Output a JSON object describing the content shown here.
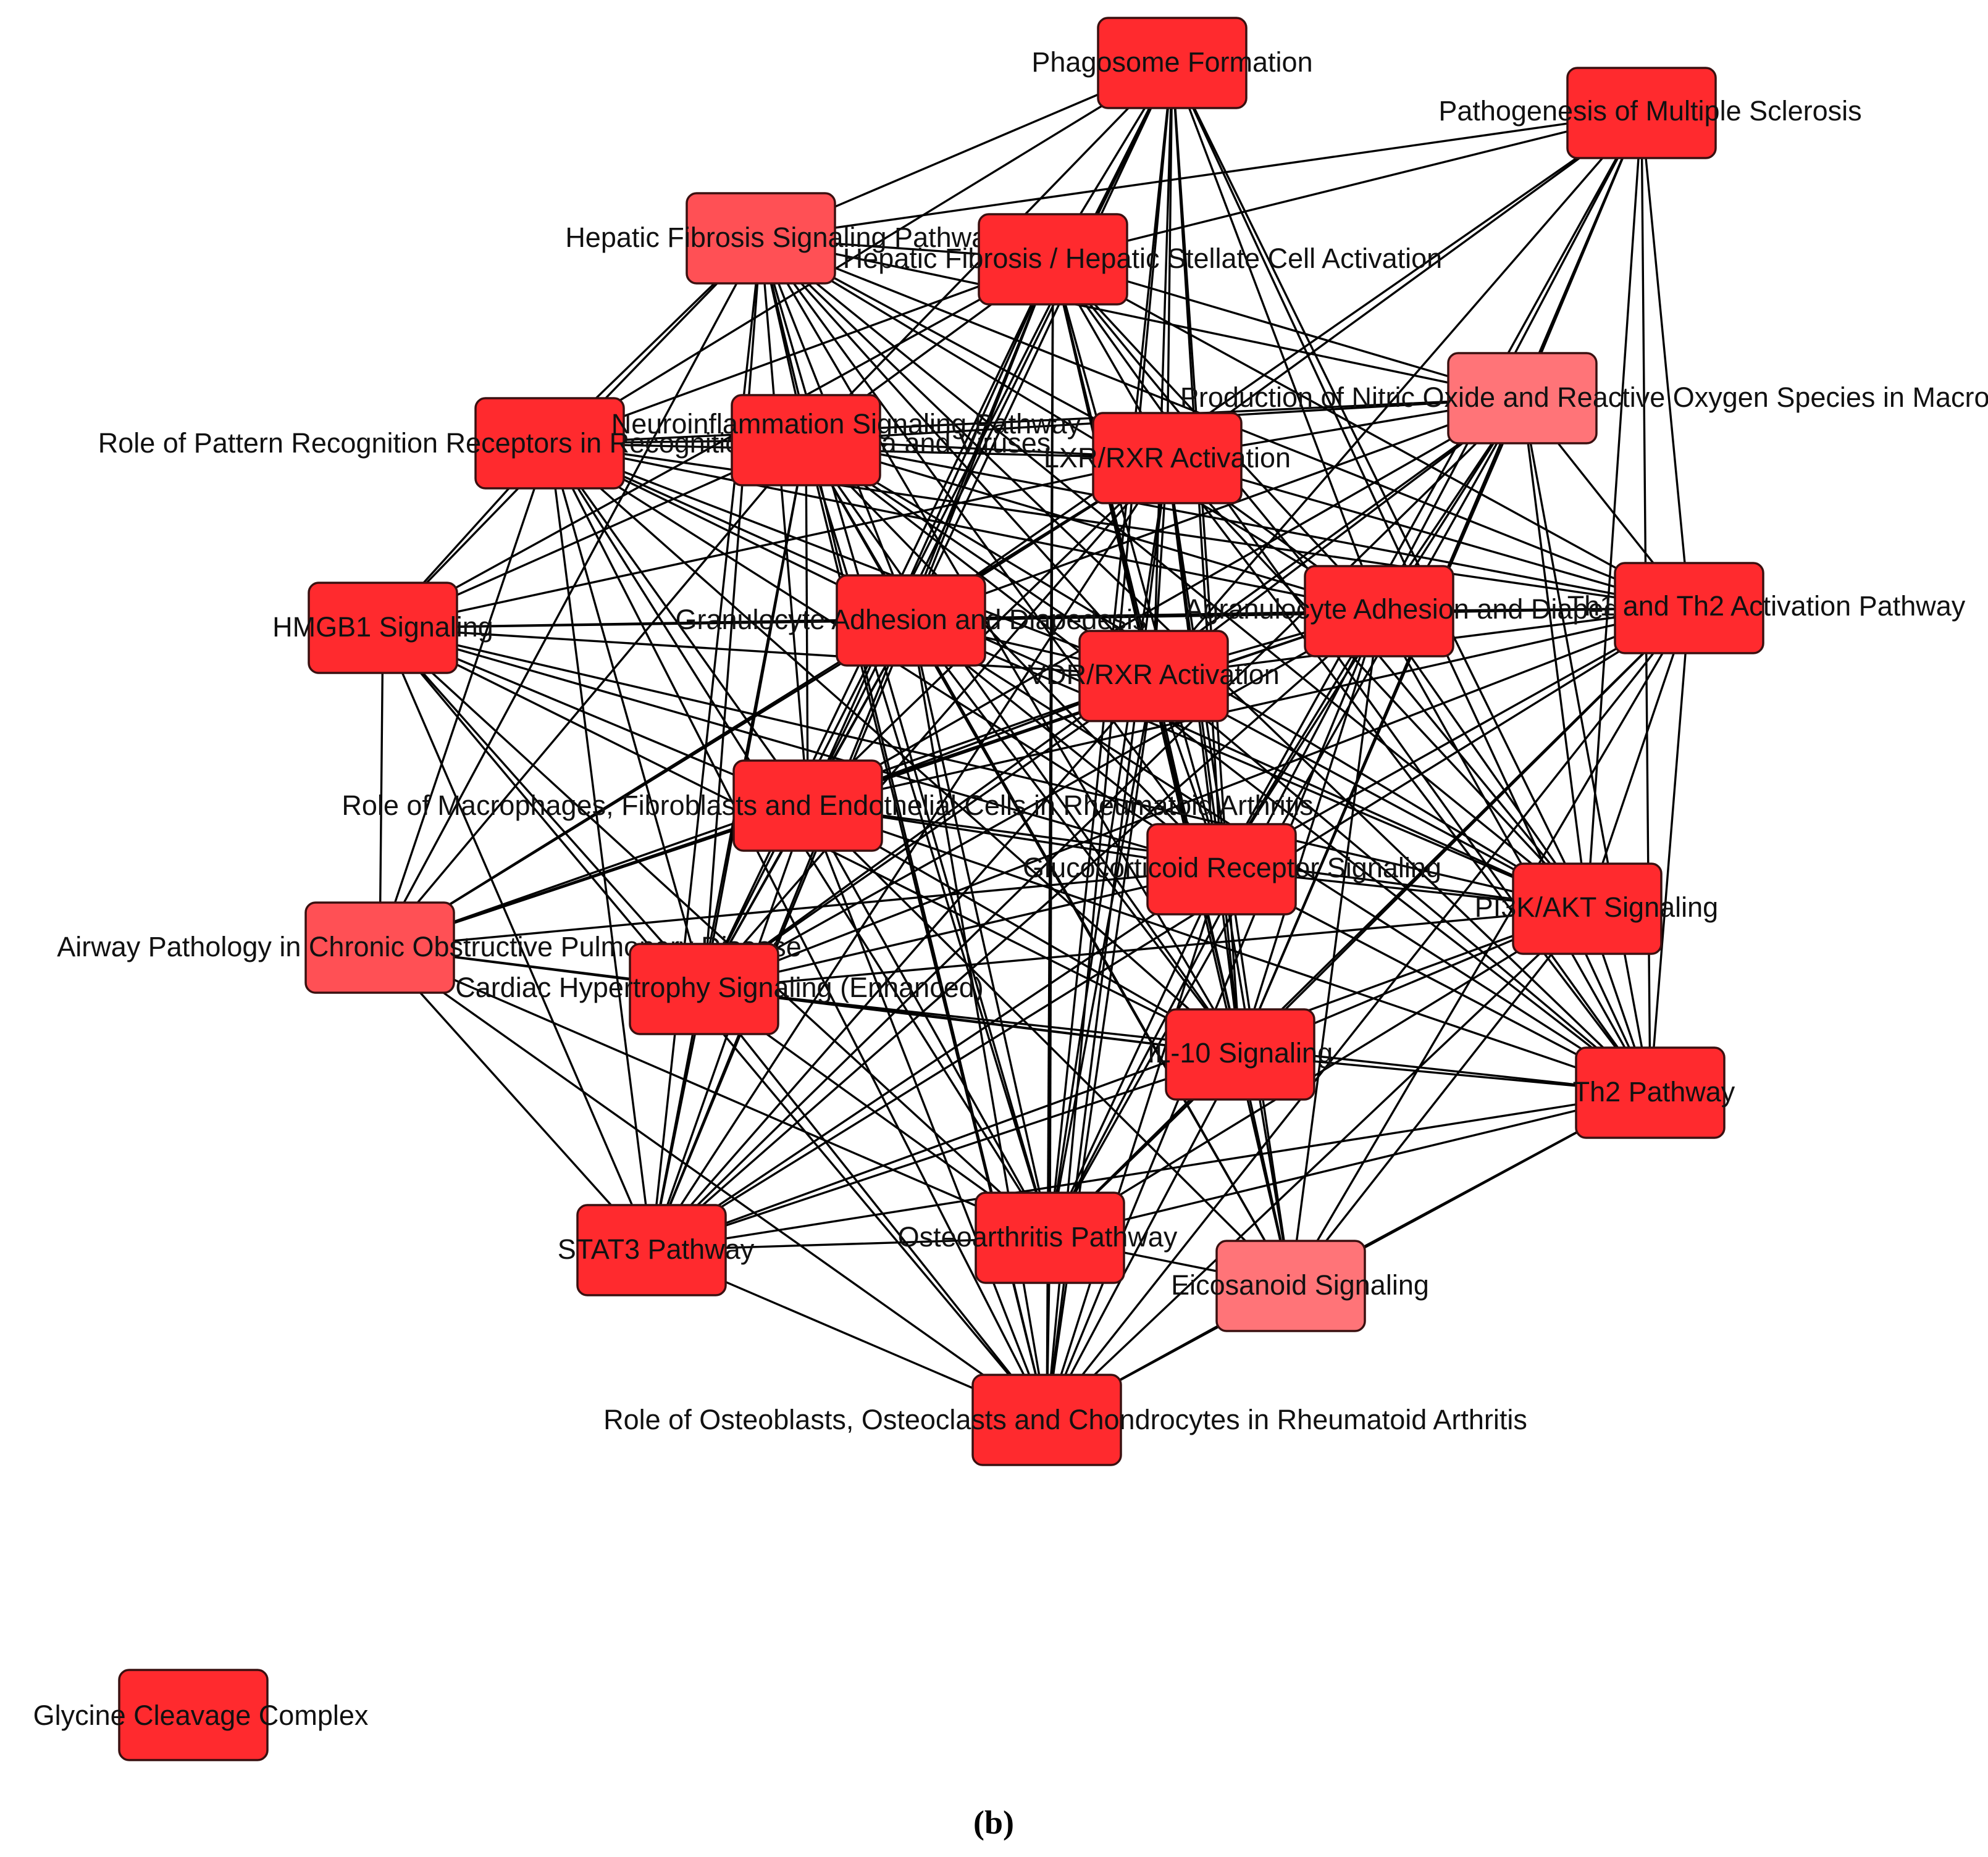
{
  "diagram": {
    "caption": "(b)",
    "node_colors": {
      "strong": "#ff2a2e",
      "medium": "#ff5055",
      "light": "#ff7478"
    },
    "edge_color": "#000000",
    "nodes": [
      {
        "id": "phagosome",
        "label": "Phagosome Formation",
        "color": "strong"
      },
      {
        "id": "ms",
        "label": "Pathogenesis of Multiple Sclerosis",
        "color": "strong"
      },
      {
        "id": "hepfib",
        "label": "Hepatic Fibrosis Signaling Pathway",
        "color": "medium"
      },
      {
        "id": "stellate",
        "label": "Hepatic Fibrosis / Hepatic Stellate Cell Activation",
        "color": "strong"
      },
      {
        "id": "ros",
        "label": "Production of Nitric Oxide and Reactive Oxygen Species in Macrophages",
        "color": "light"
      },
      {
        "id": "prr",
        "label": "Role of Pattern Recognition Receptors in Recognition of Bacteria and Viruses",
        "color": "strong"
      },
      {
        "id": "neuro",
        "label": "Neuroinflammation Signaling Pathway",
        "color": "strong"
      },
      {
        "id": "lxr",
        "label": "LXR/RXR Activation",
        "color": "strong"
      },
      {
        "id": "hmgb1",
        "label": "HMGB1 Signaling",
        "color": "strong"
      },
      {
        "id": "gran",
        "label": "Granulocyte Adhesion and Diapedesis",
        "color": "strong"
      },
      {
        "id": "agran",
        "label": "Agranulocyte Adhesion and Diapedesis",
        "color": "strong"
      },
      {
        "id": "th1th2",
        "label": "Th1 and Th2 Activation Pathway",
        "color": "strong"
      },
      {
        "id": "vdr",
        "label": "VDR/RXR Activation",
        "color": "strong"
      },
      {
        "id": "macro",
        "label": "Role of Macrophages, Fibroblasts and Endothelial Cells in Rheumatoid Arthritis",
        "color": "strong"
      },
      {
        "id": "gluco",
        "label": "Glucocorticoid Receptor Signaling",
        "color": "strong"
      },
      {
        "id": "pi3k",
        "label": "PI3K/AKT Signaling",
        "color": "strong"
      },
      {
        "id": "copd",
        "label": "Airway Pathology in Chronic Obstructive Pulmonary Disease",
        "color": "medium"
      },
      {
        "id": "cardiac",
        "label": "Cardiac Hypertrophy Signaling (Enhanced)",
        "color": "strong"
      },
      {
        "id": "il10",
        "label": "IL-10 Signaling",
        "color": "strong"
      },
      {
        "id": "th2",
        "label": "Th2 Pathway",
        "color": "strong"
      },
      {
        "id": "stat3",
        "label": "STAT3 Pathway",
        "color": "strong"
      },
      {
        "id": "osteo",
        "label": "Osteoarthritis Pathway",
        "color": "strong"
      },
      {
        "id": "eico",
        "label": "Eicosanoid Signaling",
        "color": "light"
      },
      {
        "id": "osteoblast",
        "label": "Role of Osteoblasts, Osteoclasts and Chondrocytes in Rheumatoid Arthritis",
        "color": "strong"
      },
      {
        "id": "glycine",
        "label": "Glycine Cleavage Complex",
        "color": "strong"
      }
    ],
    "edges": [
      [
        "phagosome",
        "hepfib"
      ],
      [
        "phagosome",
        "stellate"
      ],
      [
        "phagosome",
        "prr"
      ],
      [
        "phagosome",
        "neuro"
      ],
      [
        "phagosome",
        "lxr"
      ],
      [
        "phagosome",
        "gran"
      ],
      [
        "phagosome",
        "agran"
      ],
      [
        "phagosome",
        "vdr"
      ],
      [
        "phagosome",
        "macro"
      ],
      [
        "phagosome",
        "gluco"
      ],
      [
        "phagosome",
        "pi3k"
      ],
      [
        "phagosome",
        "il10"
      ],
      [
        "phagosome",
        "th2"
      ],
      [
        "phagosome",
        "osteo"
      ],
      [
        "phagosome",
        "osteoblast"
      ],
      [
        "phagosome",
        "cardiac"
      ],
      [
        "ms",
        "hepfib"
      ],
      [
        "ms",
        "stellate"
      ],
      [
        "ms",
        "ros"
      ],
      [
        "ms",
        "lxr"
      ],
      [
        "ms",
        "agran"
      ],
      [
        "ms",
        "th1th2"
      ],
      [
        "ms",
        "pi3k"
      ],
      [
        "ms",
        "th2"
      ],
      [
        "ms",
        "gran"
      ],
      [
        "ms",
        "vdr"
      ],
      [
        "ms",
        "gluco"
      ],
      [
        "ms",
        "il10"
      ],
      [
        "hepfib",
        "stellate"
      ],
      [
        "hepfib",
        "ros"
      ],
      [
        "hepfib",
        "prr"
      ],
      [
        "hepfib",
        "neuro"
      ],
      [
        "hepfib",
        "lxr"
      ],
      [
        "hepfib",
        "hmgb1"
      ],
      [
        "hepfib",
        "gran"
      ],
      [
        "hepfib",
        "agran"
      ],
      [
        "hepfib",
        "vdr"
      ],
      [
        "hepfib",
        "macro"
      ],
      [
        "hepfib",
        "gluco"
      ],
      [
        "hepfib",
        "pi3k"
      ],
      [
        "hepfib",
        "cardiac"
      ],
      [
        "hepfib",
        "il10"
      ],
      [
        "hepfib",
        "stat3"
      ],
      [
        "hepfib",
        "osteo"
      ],
      [
        "hepfib",
        "osteoblast"
      ],
      [
        "hepfib",
        "th1th2"
      ],
      [
        "hepfib",
        "th2"
      ],
      [
        "hepfib",
        "copd"
      ],
      [
        "stellate",
        "ros"
      ],
      [
        "stellate",
        "prr"
      ],
      [
        "stellate",
        "neuro"
      ],
      [
        "stellate",
        "lxr"
      ],
      [
        "stellate",
        "hmgb1"
      ],
      [
        "stellate",
        "gran"
      ],
      [
        "stellate",
        "agran"
      ],
      [
        "stellate",
        "vdr"
      ],
      [
        "stellate",
        "macro"
      ],
      [
        "stellate",
        "gluco"
      ],
      [
        "stellate",
        "pi3k"
      ],
      [
        "stellate",
        "cardiac"
      ],
      [
        "stellate",
        "il10"
      ],
      [
        "stellate",
        "stat3"
      ],
      [
        "stellate",
        "osteo"
      ],
      [
        "stellate",
        "osteoblast"
      ],
      [
        "stellate",
        "th1th2"
      ],
      [
        "stellate",
        "th2"
      ],
      [
        "stellate",
        "eico"
      ],
      [
        "ros",
        "prr"
      ],
      [
        "ros",
        "neuro"
      ],
      [
        "ros",
        "lxr"
      ],
      [
        "ros",
        "gran"
      ],
      [
        "ros",
        "agran"
      ],
      [
        "ros",
        "vdr"
      ],
      [
        "ros",
        "gluco"
      ],
      [
        "ros",
        "pi3k"
      ],
      [
        "ros",
        "il10"
      ],
      [
        "ros",
        "th2"
      ],
      [
        "ros",
        "cardiac"
      ],
      [
        "ros",
        "osteo"
      ],
      [
        "ros",
        "macro"
      ],
      [
        "ros",
        "stat3"
      ],
      [
        "ros",
        "th1th2"
      ],
      [
        "prr",
        "neuro"
      ],
      [
        "prr",
        "lxr"
      ],
      [
        "prr",
        "hmgb1"
      ],
      [
        "prr",
        "gran"
      ],
      [
        "prr",
        "agran"
      ],
      [
        "prr",
        "vdr"
      ],
      [
        "prr",
        "macro"
      ],
      [
        "prr",
        "gluco"
      ],
      [
        "prr",
        "copd"
      ],
      [
        "prr",
        "cardiac"
      ],
      [
        "prr",
        "il10"
      ],
      [
        "prr",
        "stat3"
      ],
      [
        "prr",
        "osteo"
      ],
      [
        "prr",
        "osteoblast"
      ],
      [
        "prr",
        "pi3k"
      ],
      [
        "prr",
        "th1th2"
      ],
      [
        "neuro",
        "lxr"
      ],
      [
        "neuro",
        "hmgb1"
      ],
      [
        "neuro",
        "gran"
      ],
      [
        "neuro",
        "agran"
      ],
      [
        "neuro",
        "vdr"
      ],
      [
        "neuro",
        "macro"
      ],
      [
        "neuro",
        "gluco"
      ],
      [
        "neuro",
        "pi3k"
      ],
      [
        "neuro",
        "copd"
      ],
      [
        "neuro",
        "cardiac"
      ],
      [
        "neuro",
        "il10"
      ],
      [
        "neuro",
        "th2"
      ],
      [
        "neuro",
        "stat3"
      ],
      [
        "neuro",
        "osteo"
      ],
      [
        "neuro",
        "osteoblast"
      ],
      [
        "neuro",
        "th1th2"
      ],
      [
        "neuro",
        "eico"
      ],
      [
        "lxr",
        "hmgb1"
      ],
      [
        "lxr",
        "gran"
      ],
      [
        "lxr",
        "agran"
      ],
      [
        "lxr",
        "th1th2"
      ],
      [
        "lxr",
        "vdr"
      ],
      [
        "lxr",
        "macro"
      ],
      [
        "lxr",
        "gluco"
      ],
      [
        "lxr",
        "pi3k"
      ],
      [
        "lxr",
        "cardiac"
      ],
      [
        "lxr",
        "il10"
      ],
      [
        "lxr",
        "th2"
      ],
      [
        "lxr",
        "stat3"
      ],
      [
        "lxr",
        "osteo"
      ],
      [
        "lxr",
        "eico"
      ],
      [
        "lxr",
        "osteoblast"
      ],
      [
        "lxr",
        "copd"
      ],
      [
        "hmgb1",
        "gran"
      ],
      [
        "hmgb1",
        "agran"
      ],
      [
        "hmgb1",
        "vdr"
      ],
      [
        "hmgb1",
        "macro"
      ],
      [
        "hmgb1",
        "gluco"
      ],
      [
        "hmgb1",
        "copd"
      ],
      [
        "hmgb1",
        "cardiac"
      ],
      [
        "hmgb1",
        "il10"
      ],
      [
        "hmgb1",
        "stat3"
      ],
      [
        "hmgb1",
        "osteo"
      ],
      [
        "hmgb1",
        "osteoblast"
      ],
      [
        "hmgb1",
        "pi3k"
      ],
      [
        "gran",
        "agran"
      ],
      [
        "gran",
        "th1th2"
      ],
      [
        "gran",
        "vdr"
      ],
      [
        "gran",
        "macro"
      ],
      [
        "gran",
        "gluco"
      ],
      [
        "gran",
        "pi3k"
      ],
      [
        "gran",
        "copd"
      ],
      [
        "gran",
        "cardiac"
      ],
      [
        "gran",
        "il10"
      ],
      [
        "gran",
        "th2"
      ],
      [
        "gran",
        "stat3"
      ],
      [
        "gran",
        "osteo"
      ],
      [
        "gran",
        "eico"
      ],
      [
        "gran",
        "osteoblast"
      ],
      [
        "agran",
        "th1th2"
      ],
      [
        "agran",
        "vdr"
      ],
      [
        "agran",
        "macro"
      ],
      [
        "agran",
        "gluco"
      ],
      [
        "agran",
        "pi3k"
      ],
      [
        "agran",
        "copd"
      ],
      [
        "agran",
        "cardiac"
      ],
      [
        "agran",
        "il10"
      ],
      [
        "agran",
        "th2"
      ],
      [
        "agran",
        "stat3"
      ],
      [
        "agran",
        "osteo"
      ],
      [
        "agran",
        "eico"
      ],
      [
        "agran",
        "osteoblast"
      ],
      [
        "th1th2",
        "vdr"
      ],
      [
        "th1th2",
        "macro"
      ],
      [
        "th1th2",
        "gluco"
      ],
      [
        "th1th2",
        "pi3k"
      ],
      [
        "th1th2",
        "cardiac"
      ],
      [
        "th1th2",
        "il10"
      ],
      [
        "th1th2",
        "th2"
      ],
      [
        "th1th2",
        "stat3"
      ],
      [
        "th1th2",
        "osteo"
      ],
      [
        "th1th2",
        "eico"
      ],
      [
        "th1th2",
        "osteoblast"
      ],
      [
        "vdr",
        "macro"
      ],
      [
        "vdr",
        "gluco"
      ],
      [
        "vdr",
        "pi3k"
      ],
      [
        "vdr",
        "copd"
      ],
      [
        "vdr",
        "cardiac"
      ],
      [
        "vdr",
        "il10"
      ],
      [
        "vdr",
        "th2"
      ],
      [
        "vdr",
        "stat3"
      ],
      [
        "vdr",
        "osteo"
      ],
      [
        "vdr",
        "osteoblast"
      ],
      [
        "macro",
        "gluco"
      ],
      [
        "macro",
        "pi3k"
      ],
      [
        "macro",
        "copd"
      ],
      [
        "macro",
        "cardiac"
      ],
      [
        "macro",
        "il10"
      ],
      [
        "macro",
        "th2"
      ],
      [
        "macro",
        "stat3"
      ],
      [
        "macro",
        "osteo"
      ],
      [
        "macro",
        "eico"
      ],
      [
        "macro",
        "osteoblast"
      ],
      [
        "gluco",
        "pi3k"
      ],
      [
        "gluco",
        "copd"
      ],
      [
        "gluco",
        "cardiac"
      ],
      [
        "gluco",
        "il10"
      ],
      [
        "gluco",
        "th2"
      ],
      [
        "gluco",
        "stat3"
      ],
      [
        "gluco",
        "osteo"
      ],
      [
        "gluco",
        "eico"
      ],
      [
        "gluco",
        "osteoblast"
      ],
      [
        "pi3k",
        "cardiac"
      ],
      [
        "pi3k",
        "il10"
      ],
      [
        "pi3k",
        "th2"
      ],
      [
        "pi3k",
        "stat3"
      ],
      [
        "pi3k",
        "osteo"
      ],
      [
        "pi3k",
        "osteoblast"
      ],
      [
        "pi3k",
        "eico"
      ],
      [
        "copd",
        "cardiac"
      ],
      [
        "copd",
        "stat3"
      ],
      [
        "copd",
        "osteo"
      ],
      [
        "copd",
        "osteoblast"
      ],
      [
        "copd",
        "il10"
      ],
      [
        "cardiac",
        "il10"
      ],
      [
        "cardiac",
        "th2"
      ],
      [
        "cardiac",
        "stat3"
      ],
      [
        "cardiac",
        "osteo"
      ],
      [
        "cardiac",
        "osteoblast"
      ],
      [
        "il10",
        "th2"
      ],
      [
        "il10",
        "stat3"
      ],
      [
        "il10",
        "osteo"
      ],
      [
        "il10",
        "eico"
      ],
      [
        "il10",
        "osteoblast"
      ],
      [
        "th2",
        "stat3"
      ],
      [
        "th2",
        "osteo"
      ],
      [
        "th2",
        "eico"
      ],
      [
        "th2",
        "osteoblast"
      ],
      [
        "stat3",
        "osteo"
      ],
      [
        "stat3",
        "osteoblast"
      ],
      [
        "osteo",
        "osteoblast"
      ],
      [
        "osteo",
        "eico"
      ],
      [
        "eico",
        "osteoblast"
      ]
    ]
  }
}
